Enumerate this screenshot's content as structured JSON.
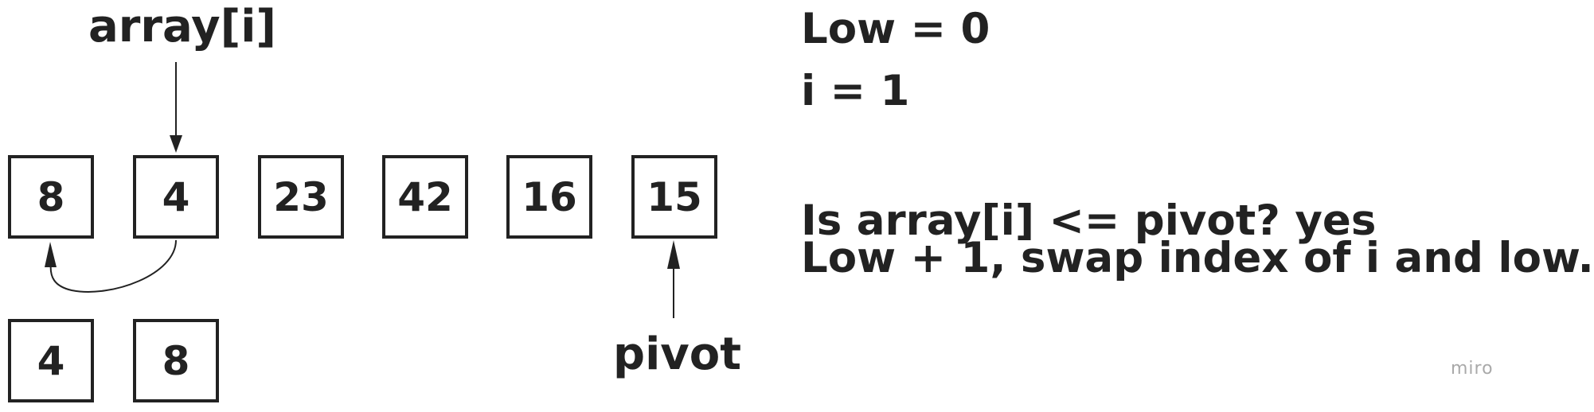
{
  "array_label": "array[i]",
  "pivot_label": "pivot",
  "array_values": [
    "8",
    "4",
    "23",
    "42",
    "16",
    "15"
  ],
  "swapped_values": [
    "4",
    "8"
  ],
  "info": {
    "line1": "Low = 0",
    "line2": "i = 1",
    "line3": "Is array[i] <= pivot? yes",
    "line4": "Low + 1, swap index of i and low."
  },
  "watermark": "miro",
  "colors": {
    "ink": "#222222",
    "watermark": "#a9a9a9",
    "background": "#ffffff"
  }
}
